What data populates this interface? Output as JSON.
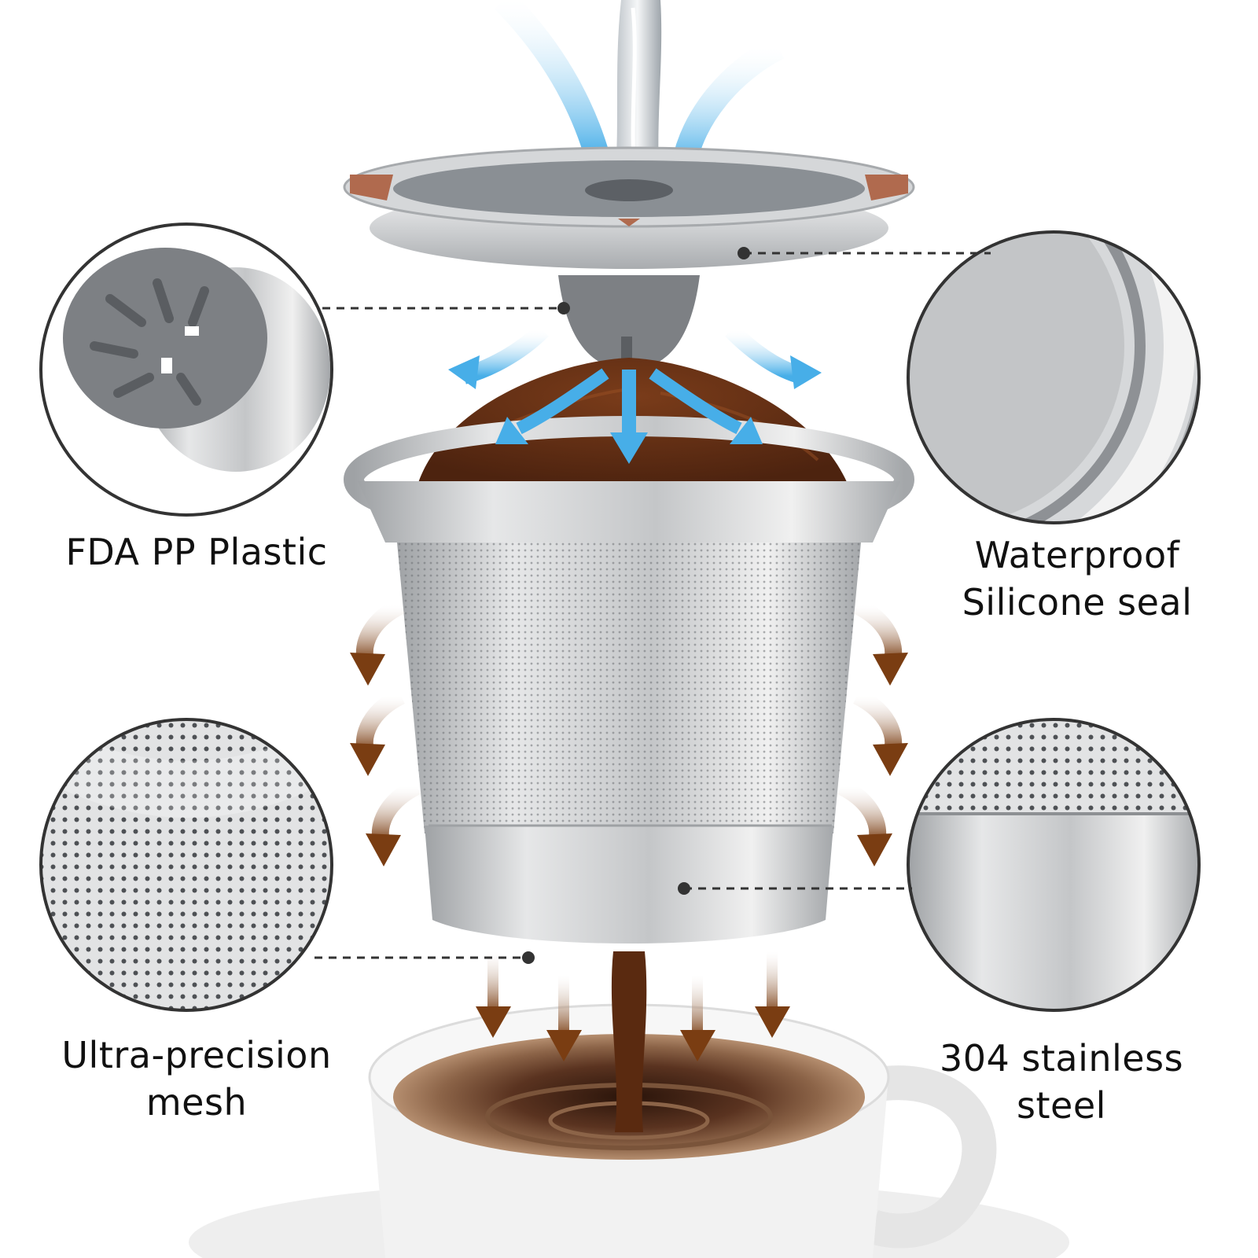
{
  "labels": {
    "fda_pp_plastic": "FDA PP Plastic",
    "waterproof_seal": [
      "Waterproof",
      "Silicone seal"
    ],
    "ultra_precision_mesh": [
      "Ultra-precision",
      "mesh"
    ],
    "stainless_steel": [
      "304 stainless",
      "steel"
    ]
  },
  "colors": {
    "water_arrow": "#5fb8ec",
    "coffee_arrow": "#8a4a1c",
    "steel": "#c9cbcd",
    "silicone_gray": "#7d8084",
    "seal_accent": "#b06a4e",
    "coffee_grounds": "#6a3318",
    "callout_ring": "#333333"
  },
  "icons": [
    "water-stream",
    "water-flow-arrow",
    "coffee-flow-arrow",
    "coffee-cup"
  ]
}
